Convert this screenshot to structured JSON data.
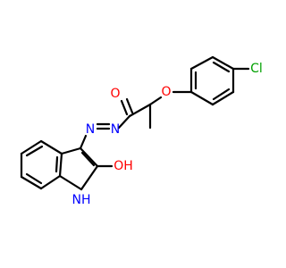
{
  "molecule": {
    "atoms": {
      "chlorine": "Cl",
      "ether_oxygen": "O",
      "carbonyl_oxygen": "O",
      "azo_n1": "N",
      "azo_n2": "N",
      "hydroxyl": "OH",
      "amine": "NH"
    },
    "colors": {
      "bond": "#000000",
      "oxygen": "#ff0000",
      "nitrogen": "#0000ff",
      "chlorine": "#00a000",
      "background": "#ffffff"
    }
  }
}
